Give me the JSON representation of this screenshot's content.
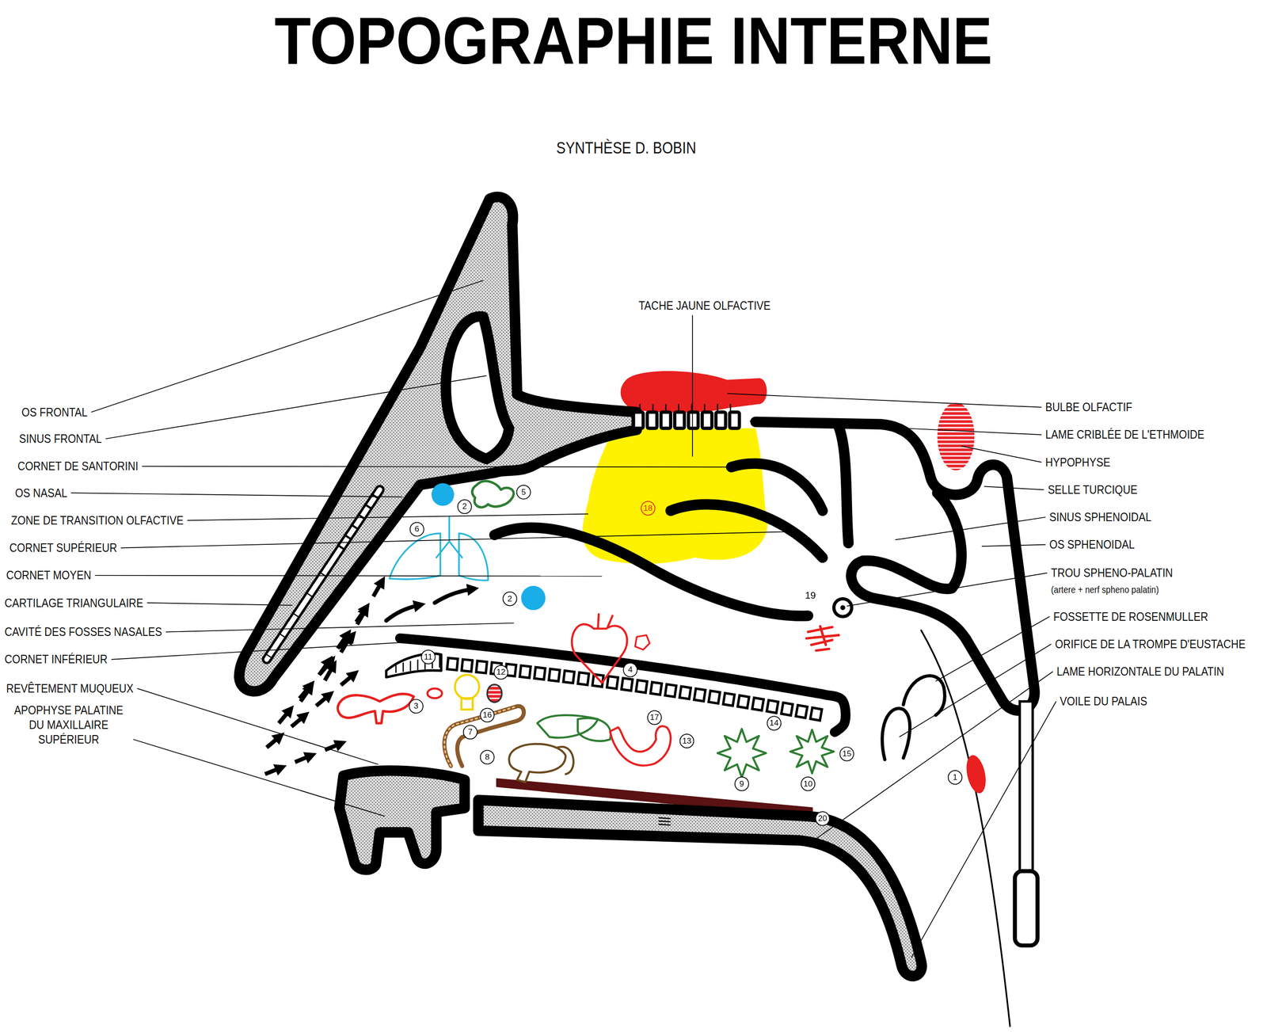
{
  "diagram": {
    "title": "TOPOGRAPHIE INTERNE",
    "labels": [
      "SYNTHÈSE D. BOBIN",
      "OS FRONTAL",
      "SINUS FRONTAL",
      "CORNET DE SANTORINI",
      "OS NASAL",
      "ZONE DE TRANSITION OLFACTIVE",
      "CORNET SUPÉRIEUR",
      "CORNET MOYEN",
      "CARTILAGE TRIANGULAIRE",
      "CAVITÉ DES FOSSES NASALES",
      "CORNET INFÉRIEUR",
      "REVÊTEMENT MUQUEUX",
      "APOPHYSE PALATINE DU MAXILLAIRE SUPÉRIEUR",
      "TACHE JAUNE OLFACTIVE",
      "BULBE OLFACTIF",
      "LAME CRIBLÉE DE L'ETHMOIDE",
      "HYPOPHYSE",
      "SELLE TURCIQUE",
      "SINUS SPHENOIDAL",
      "OS SPHENOIDAL",
      "TROU SPHENO-PALATIN",
      "(artere + nerf spheno palatin)",
      "FOSSETTE DE ROSENMULLER",
      "ORIFICE DE LA TROMPE D'EUSTACHE",
      "LAME HORIZONTALE DU PALATIN",
      "VOILE DU PALAIS",
      "1",
      "2",
      "2",
      "3",
      "4",
      "5",
      "6",
      "7",
      "8",
      "9",
      "10",
      "11",
      "12",
      "13",
      "14",
      "15",
      "16",
      "17",
      "18",
      "19",
      "20"
    ]
  }
}
